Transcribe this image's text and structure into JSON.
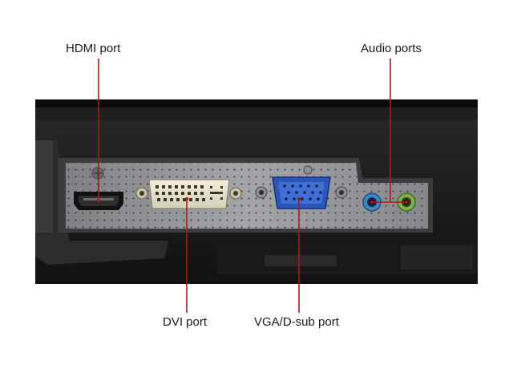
{
  "labels": {
    "hdmi": "HDMI port",
    "audio": "Audio ports",
    "dvi": "DVI port",
    "vga": "VGA/D-sub port"
  },
  "colors": {
    "callout": "#b01818",
    "bezel": "#1c1c1c",
    "panel": "#8e9094",
    "vga": "#2b55b8",
    "audio_blue": "#3c86c8",
    "audio_green": "#79b04a",
    "dvi": "#e9e4cc"
  }
}
